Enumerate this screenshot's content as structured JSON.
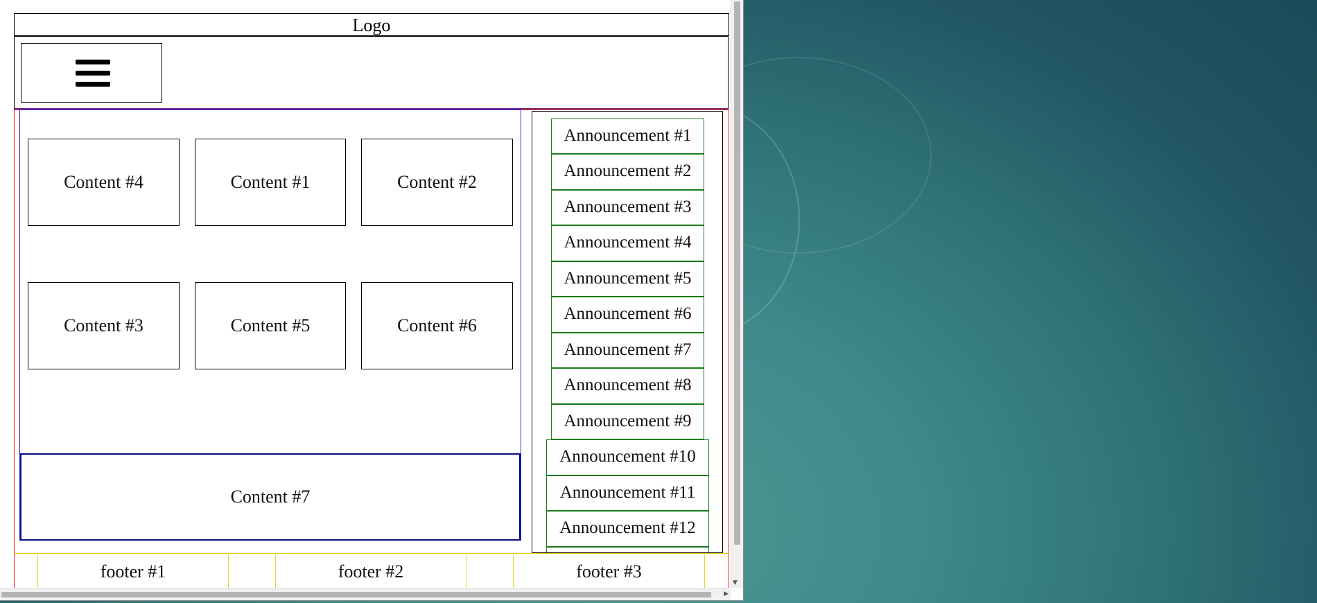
{
  "header": {
    "logo_text": "Logo"
  },
  "nav": {
    "menu_icon": "hamburger-menu-icon"
  },
  "content": {
    "items": [
      "Content #4",
      "Content #1",
      "Content #2",
      "Content #3",
      "Content #5",
      "Content #6",
      "Content #7"
    ]
  },
  "announcements": {
    "items": [
      "Announcement #1",
      "Announcement #2",
      "Announcement #3",
      "Announcement #4",
      "Announcement #5",
      "Announcement #6",
      "Announcement #7",
      "Announcement #8",
      "Announcement #9",
      "Announcement #10",
      "Announcement #11",
      "Announcement #12"
    ]
  },
  "footer": {
    "items": [
      "footer #1",
      "footer #2",
      "footer #3"
    ]
  },
  "colors": {
    "main_border": "#ff2222",
    "content_border": "#2222ff",
    "announcement_border": "#1a7a1a",
    "footer_border": "#e8c800",
    "nav_divider": "#7a2a7a"
  }
}
